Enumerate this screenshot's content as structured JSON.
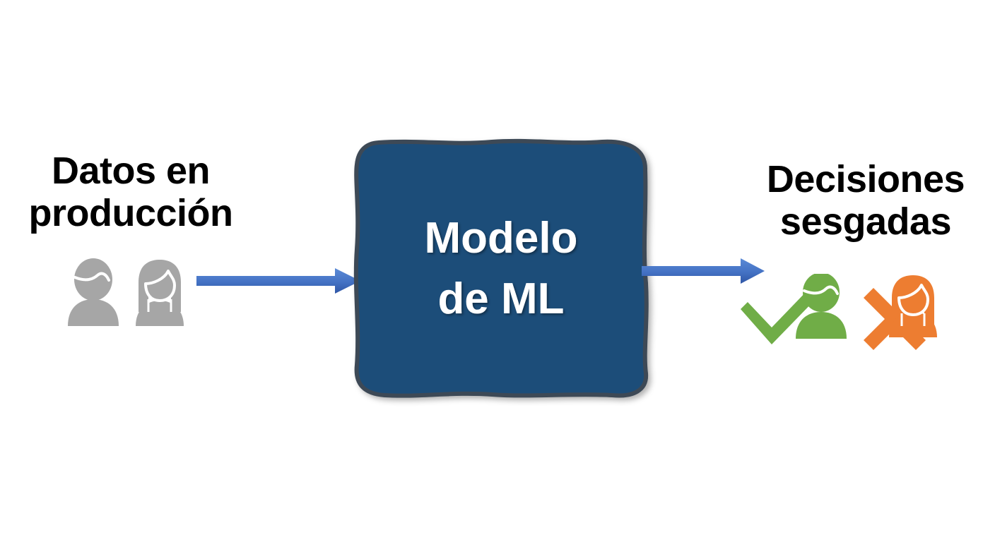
{
  "diagram": {
    "title_left": "Datos en\nproducción",
    "title_right": "Decisiones\nsesgadas",
    "model_line1": "Modelo",
    "model_line2": "de ML",
    "colors": {
      "background": "#ffffff",
      "model_fill": "#1f4e79",
      "model_stroke": "#3e4a57",
      "model_text": "#ffffff",
      "label_text": "#000000",
      "arrow": "#4472c4",
      "neutral_person": "#a6a6a6",
      "approved": "#70ad47",
      "rejected": "#ed7d31"
    },
    "icons": {
      "input_person_male": "person-male-icon",
      "input_person_female": "person-female-icon",
      "arrow_in": "arrow-right-icon",
      "arrow_out": "arrow-right-icon",
      "check": "check-mark-icon",
      "cross": "cross-mark-icon",
      "output_person_male": "person-male-icon",
      "output_person_female": "person-female-icon"
    }
  },
  "chart_data": {
    "type": "diagram",
    "flow": "left-to-right",
    "nodes": [
      {
        "id": "input",
        "label": "Datos en producción",
        "icons": [
          "person-male-icon",
          "person-female-icon"
        ],
        "color": "#a6a6a6"
      },
      {
        "id": "model",
        "label": "Modelo de ML",
        "shape": "rounded-rectangle",
        "color": "#1f4e79"
      },
      {
        "id": "output",
        "label": "Decisiones sesgadas",
        "icons": [
          "check-mark-icon",
          "person-male-icon",
          "cross-mark-icon",
          "person-female-icon"
        ],
        "colors": [
          "#70ad47",
          "#ed7d31"
        ]
      }
    ],
    "edges": [
      {
        "from": "input",
        "to": "model",
        "style": "solid-arrow",
        "color": "#4472c4"
      },
      {
        "from": "model",
        "to": "output",
        "style": "solid-arrow",
        "color": "#4472c4"
      }
    ]
  }
}
